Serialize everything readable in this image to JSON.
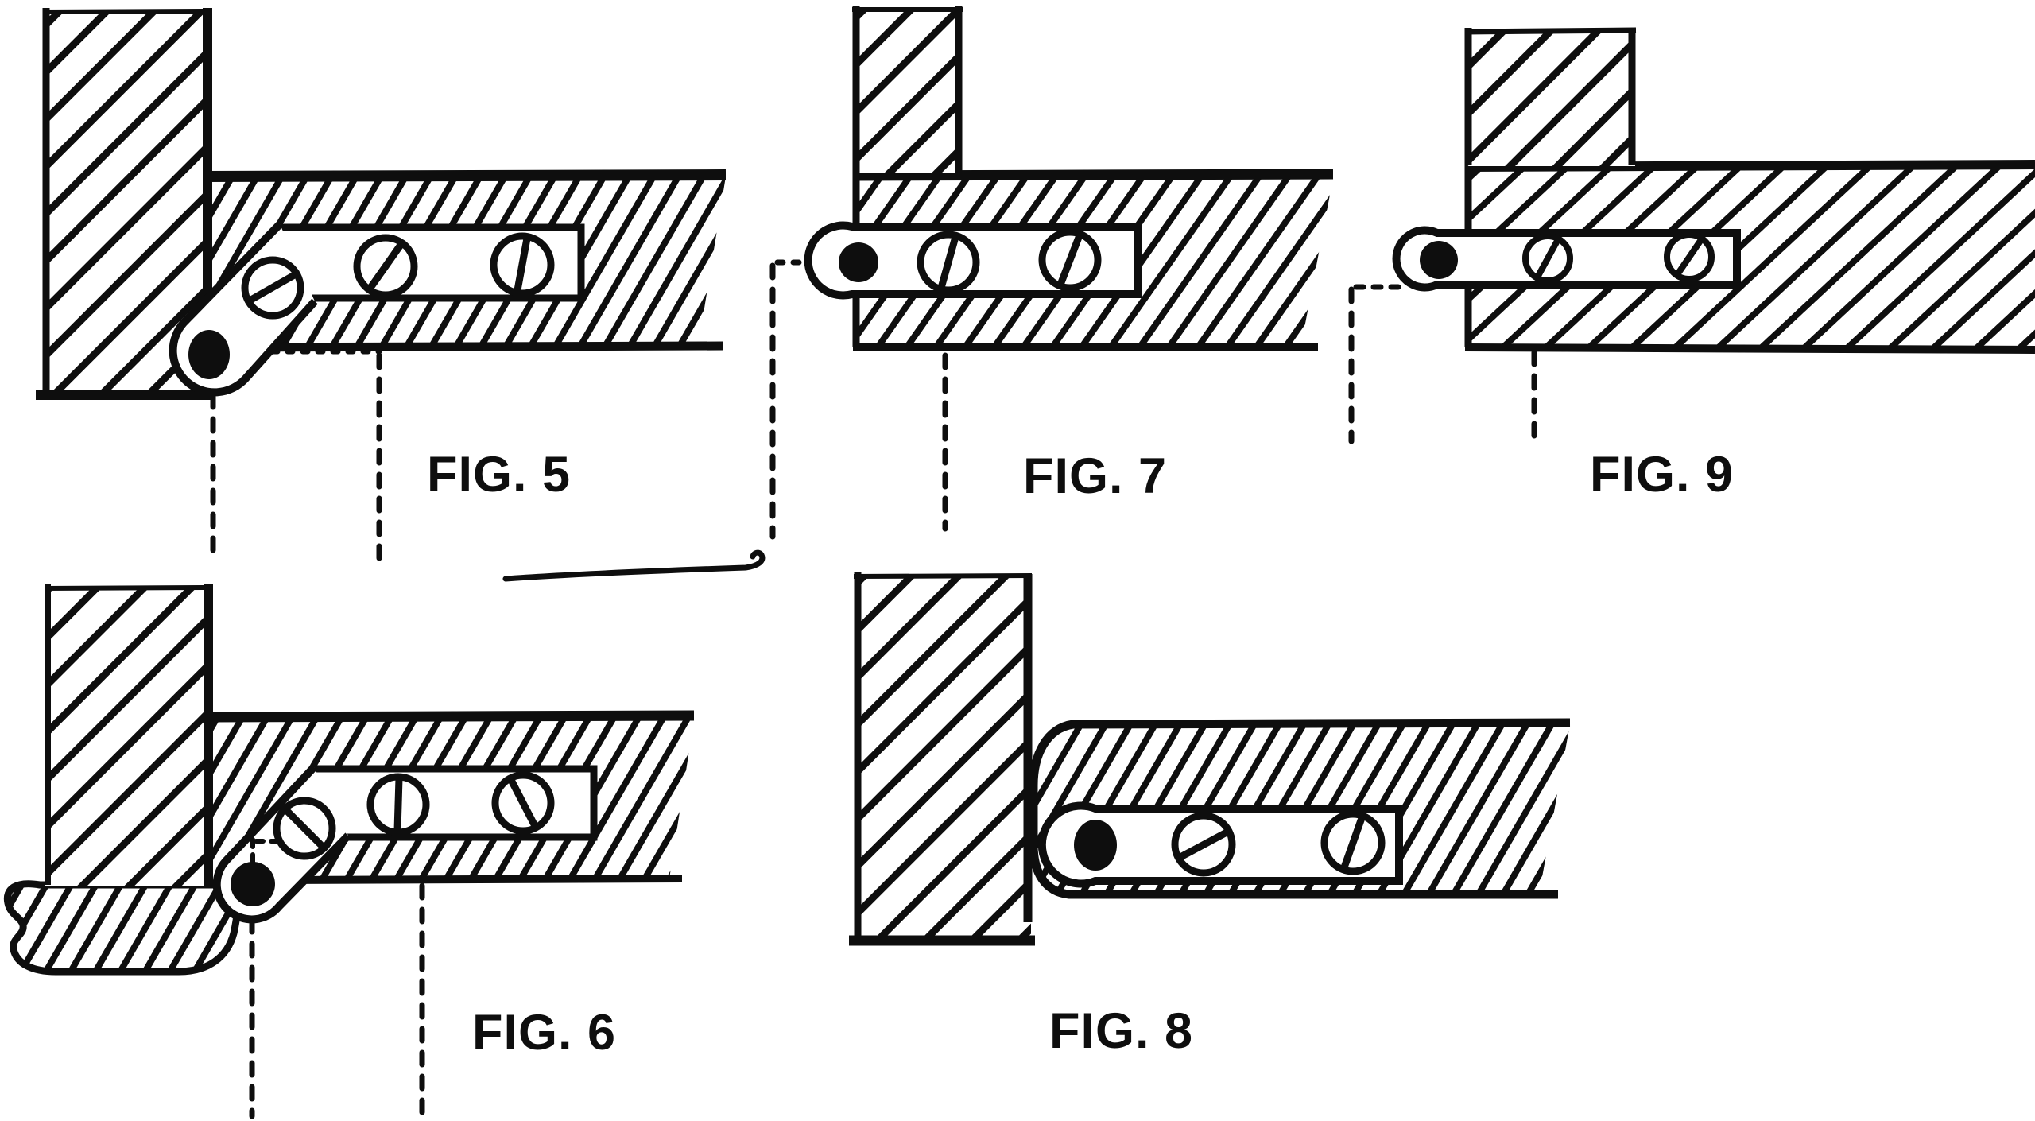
{
  "sheet": {
    "description_label": "",
    "colors": {
      "ink": "#0e0e0e",
      "paper": "#ffffff"
    }
  },
  "figures": [
    {
      "id": "fig-5",
      "label": "FIG. 5"
    },
    {
      "id": "fig-7",
      "label": "FIG. 7"
    },
    {
      "id": "fig-9",
      "label": "FIG. 9"
    },
    {
      "id": "fig-6",
      "label": "FIG. 6"
    },
    {
      "id": "fig-8",
      "label": "FIG. 8"
    }
  ]
}
